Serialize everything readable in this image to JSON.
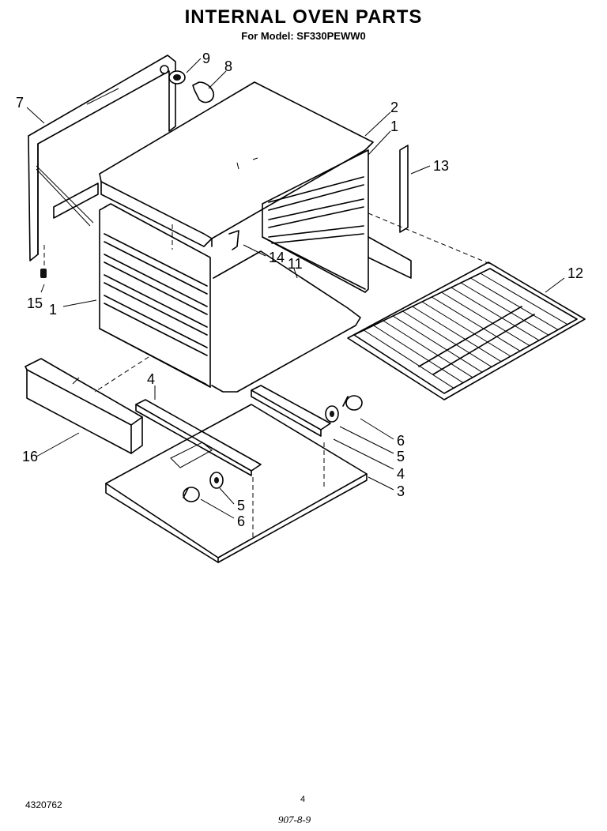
{
  "header": {
    "title": "INTERNAL OVEN PARTS",
    "subtitle": "For Model: SF330PEWW0"
  },
  "callouts": {
    "c1_right": "1",
    "c1_left": "1",
    "c2": "2",
    "c3": "3",
    "c4_top": "4",
    "c4_right": "4",
    "c5_right": "5",
    "c5_bottom": "5",
    "c6_right": "6",
    "c6_bottom": "6",
    "c7": "7",
    "c8": "8",
    "c9": "9",
    "c11": "11",
    "c12": "12",
    "c13": "13",
    "c14": "14",
    "c15": "15",
    "c16": "16"
  },
  "footer": {
    "part_number": "4320762",
    "page": "4",
    "code": "907-8-9"
  }
}
